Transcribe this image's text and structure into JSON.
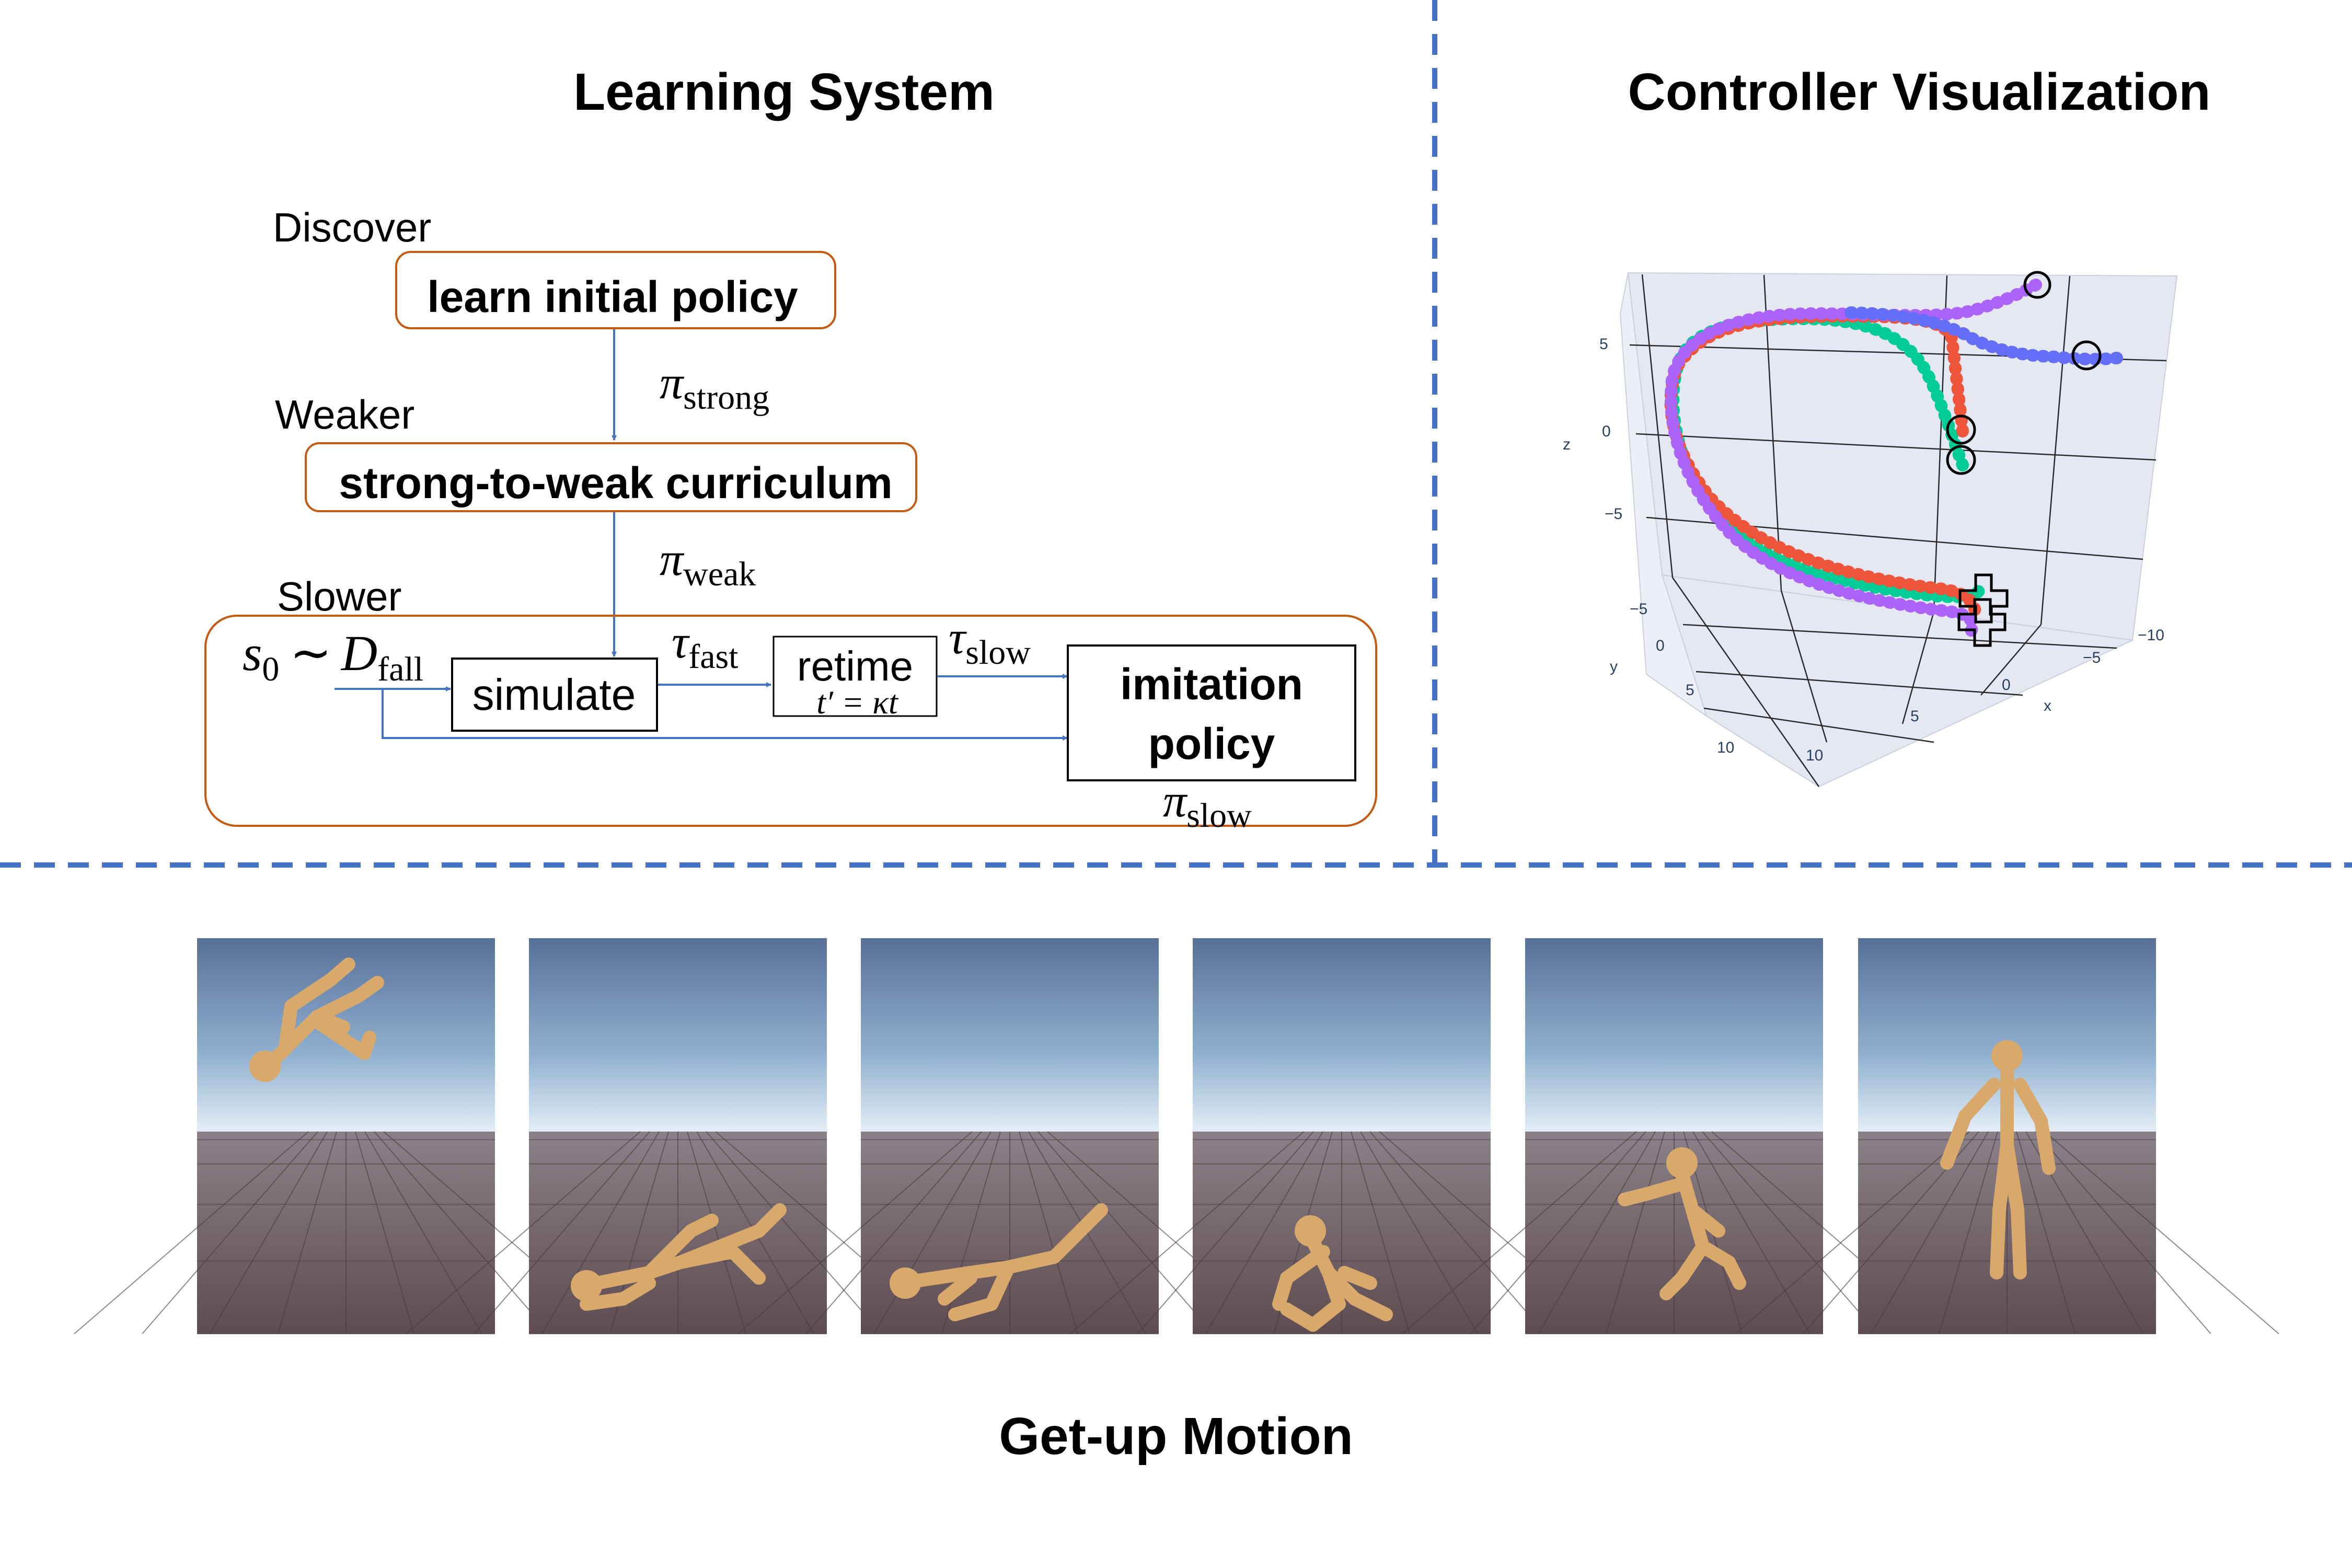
{
  "learning_system": {
    "title": "Learning System",
    "discover_label": "Discover",
    "learn_initial_policy": "learn initial policy",
    "pi_strong_base": "π",
    "pi_strong_sub": "strong",
    "weaker_label": "Weaker",
    "strong_to_weak": "strong-to-weak curriculum",
    "pi_weak_base": "π",
    "pi_weak_sub": "weak",
    "slower_label": "Slower",
    "s0_base": "s",
    "s0_sub": "0",
    "sim_tilde": "∼",
    "d_base": "D",
    "d_sub": "fall",
    "simulate": "simulate",
    "tau_fast_base": "τ",
    "tau_fast_sub": "fast",
    "retime": "retime",
    "retime_eq": "t′ = κt",
    "tau_slow_base": "τ",
    "tau_slow_sub": "slow",
    "imitation_line1": "imitation",
    "imitation_line2": "policy",
    "pi_slow_base": "π",
    "pi_slow_sub": "slow"
  },
  "controller_visualization": {
    "title": "Controller Visualization",
    "axis_z": "z",
    "axis_y": "y",
    "axis_x": "x",
    "z_ticks": [
      "5",
      "0",
      "−5"
    ],
    "y_ticks": [
      "−5",
      "0",
      "5",
      "10"
    ],
    "x_ticks": [
      "10",
      "5",
      "0",
      "−5",
      "−10"
    ],
    "colors": {
      "red": "#ef553b",
      "green": "#00cc96",
      "purple": "#ab63fa",
      "blue": "#636efa"
    }
  },
  "getup": {
    "title": "Get-up Motion",
    "frame_count": 6
  },
  "colors": {
    "box_border": "#c55a11",
    "arrow": "#4472c4",
    "dash": "#4472c4",
    "sky_top": "#5b75a8",
    "sky_horizon": "#d8e6f2",
    "floor": "#6a5a5e",
    "figure": "#d9a96b"
  }
}
